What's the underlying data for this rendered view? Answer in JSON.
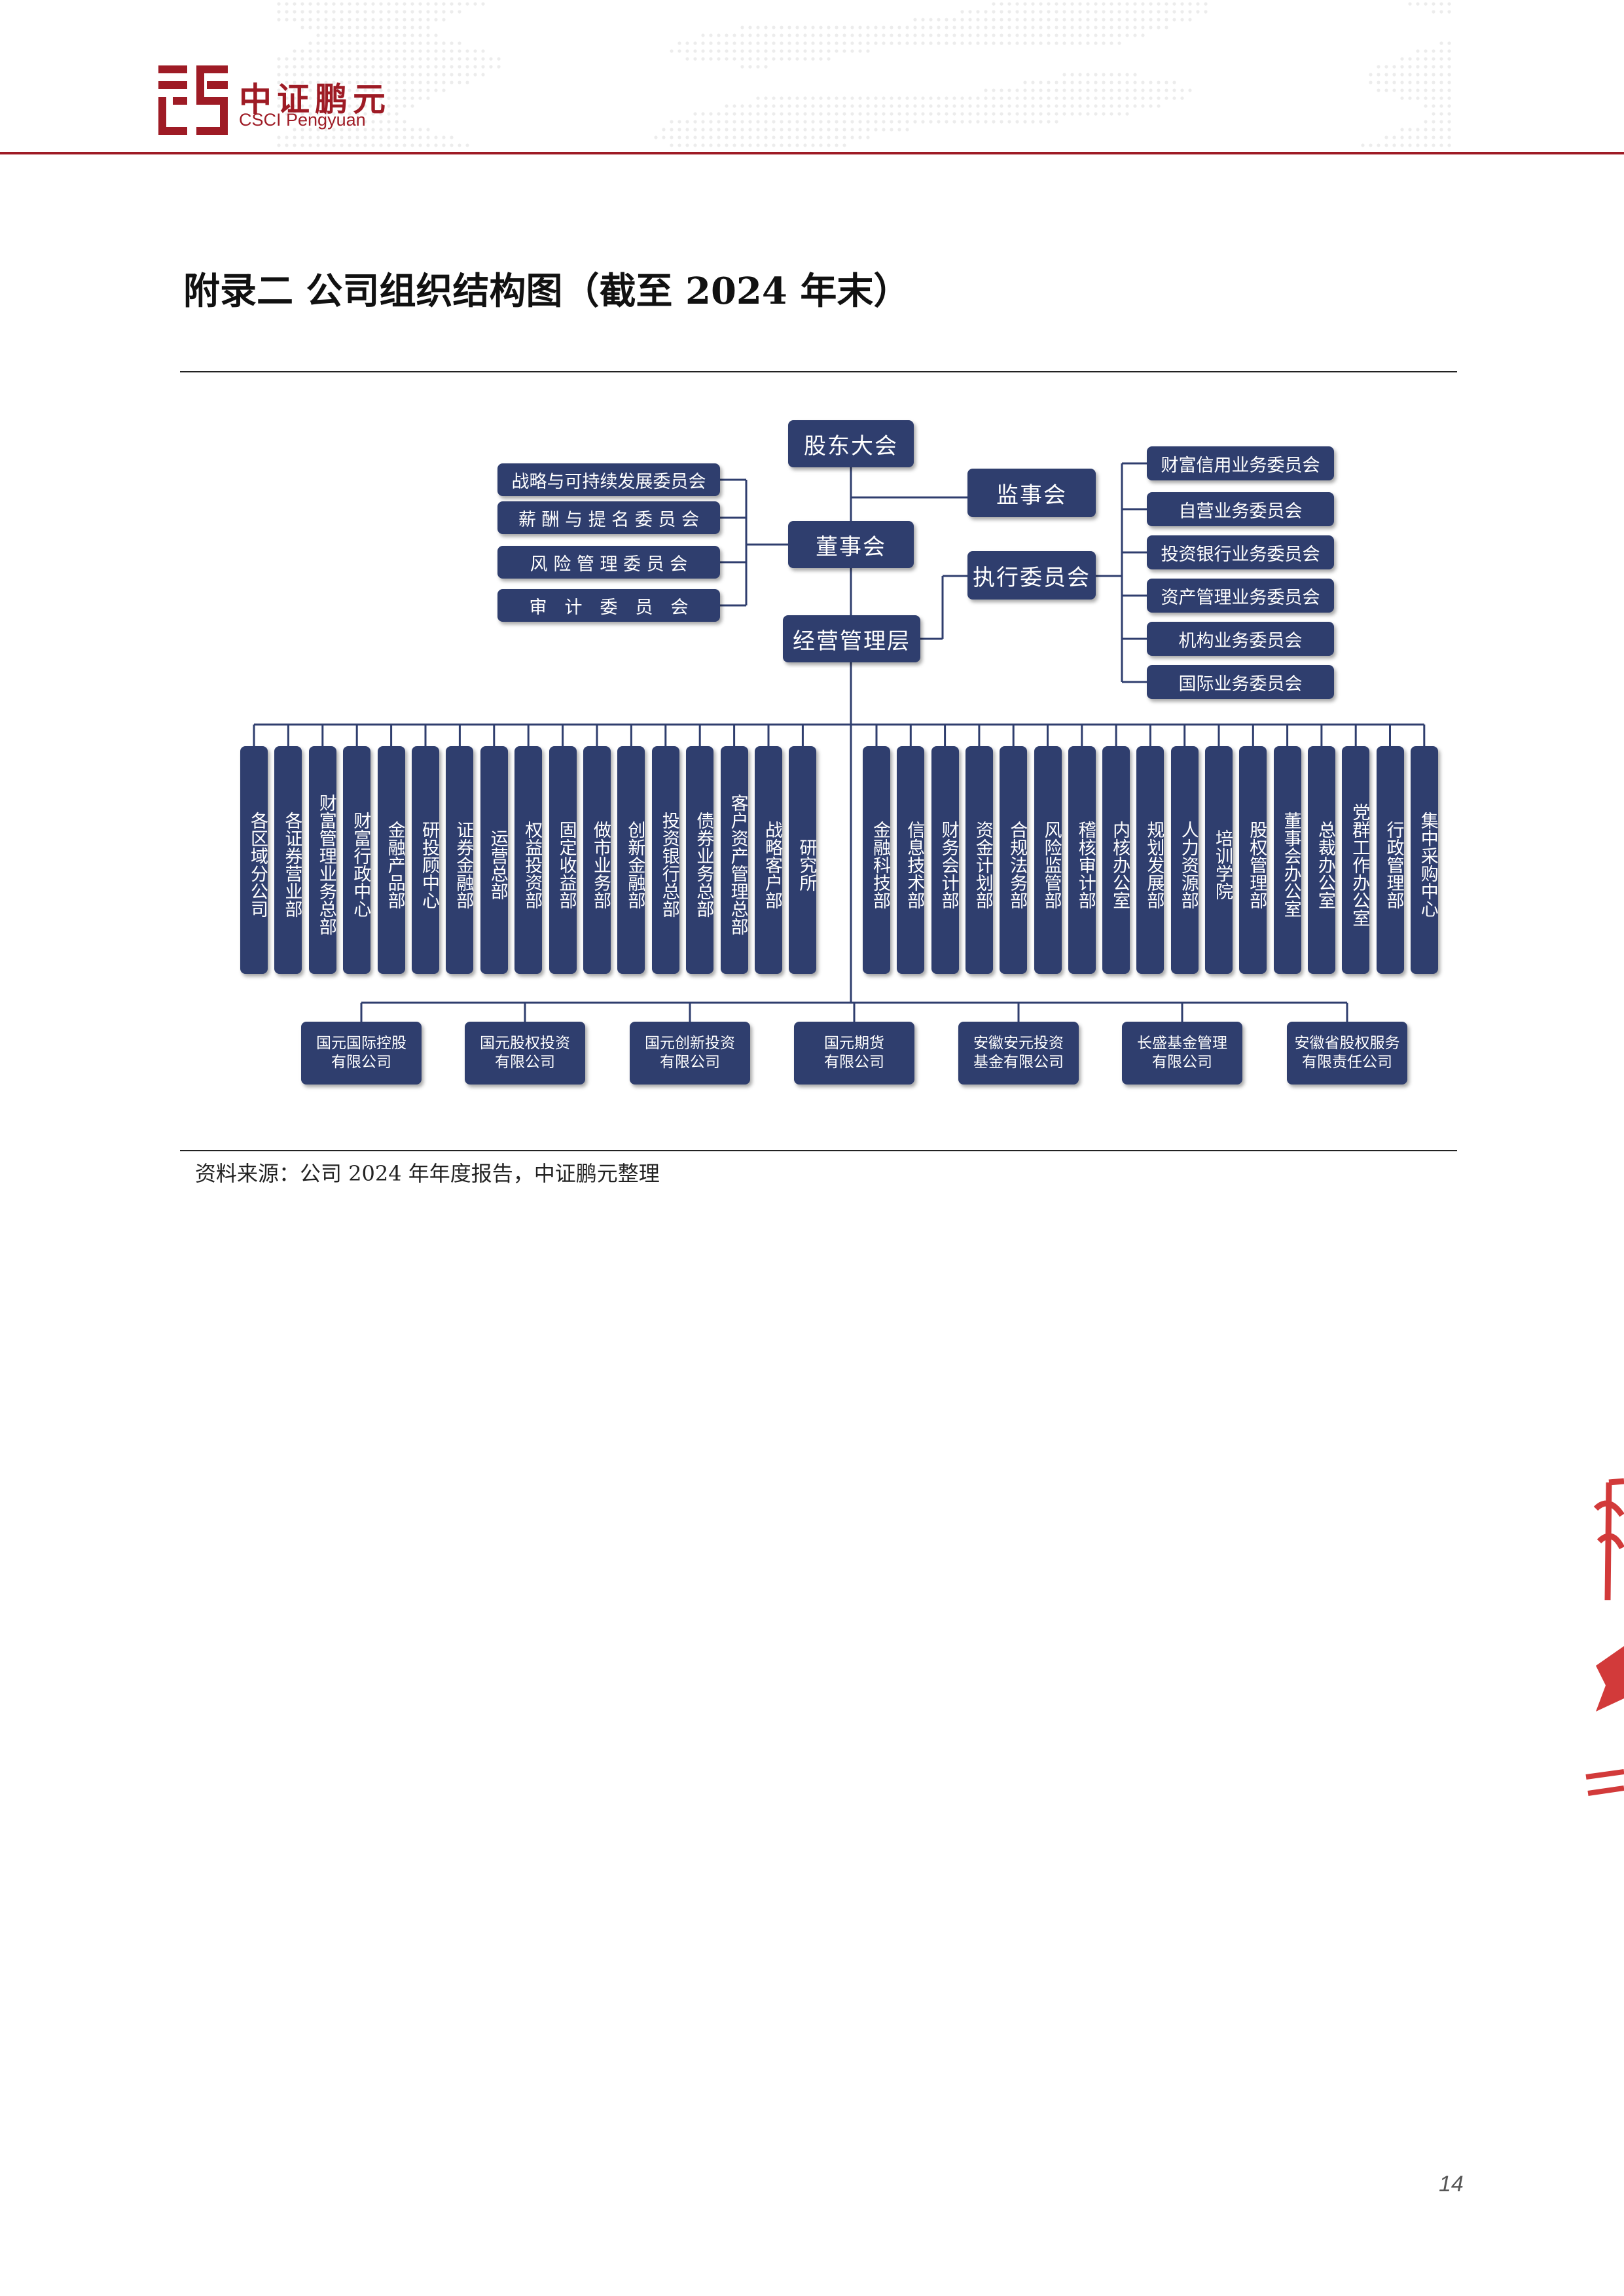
{
  "header": {
    "logo_cn": "中证鹏元",
    "logo_en": "CSCI Pengyuan",
    "brand_color": "#9e1b25"
  },
  "title": "附录二 公司组织结构图（截至 2024 年末）",
  "org_chart": {
    "box_color": "#2f3e6e",
    "top": {
      "shareholders": "股东大会",
      "board": "董事会",
      "supervisors": "监事会",
      "executive_committee": "执行委员会",
      "management": "经营管理层"
    },
    "board_committees": [
      "战略与可持续发展委员会",
      "薪 酬 与 提 名 委 员 会",
      "风 险 管 理 委 员 会",
      "审　计　委　员　会"
    ],
    "executive_subcommittees": [
      "财富信用业务委员会",
      "自营业务委员会",
      "投资银行业务委员会",
      "资产管理业务委员会",
      "机构业务委员会",
      "国际业务委员会"
    ],
    "departments": [
      "各区域分公司",
      "各证券营业部",
      "财富管理业务总部",
      "财富行政中心",
      "金融产品部",
      "研投顾中心",
      "证券金融部",
      "运营总部",
      "权益投资部",
      "固定收益部",
      "做市业务部",
      "创新金融部",
      "投资银行总部",
      "债券业务总部",
      "客户资产管理总部",
      "战略客户部",
      "研究所",
      "金融科技部",
      "信息技术部",
      "财务会计部",
      "资金计划部",
      "合规法务部",
      "风险监管部",
      "稽核审计部",
      "内核办公室",
      "规划发展部",
      "人力资源部",
      "培训学院",
      "股权管理部",
      "董事会办公室",
      "总裁办公室",
      "党群工作办公室",
      "行政管理部",
      "集中采购中心"
    ],
    "subsidiaries": [
      "国元国际控股\n有限公司",
      "国元股权投资\n有限公司",
      "国元创新投资\n有限公司",
      "国元期货\n有限公司",
      "安徽安元投资\n基金有限公司",
      "长盛基金管理\n有限公司",
      "安徽省股权服务\n有限责任公司"
    ]
  },
  "source_note": "资料来源：公司 2024 年年度报告，中证鹏元整理",
  "page_number": "14"
}
